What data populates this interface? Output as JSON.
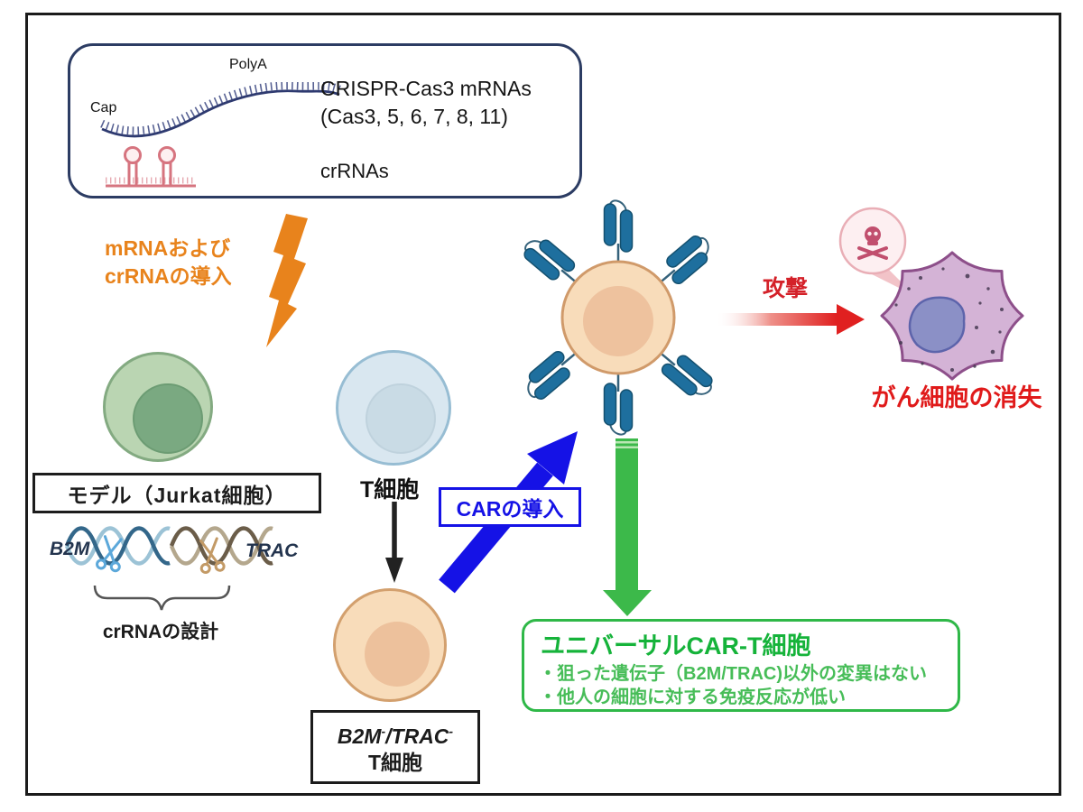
{
  "colors": {
    "accent_orange": "#E8831C",
    "accent_blue": "#1512E6",
    "accent_green": "#2FB848",
    "accent_red": "#E01A1A",
    "box_navy": "#2C3C63",
    "receptor_teal": "#1E6F9E",
    "cancer_purple": "#8D4F8A"
  },
  "mrna_box": {
    "polya": "PolyA",
    "cap": "Cap",
    "title_line1": "CRISPR-Cas3 mRNAs",
    "title_line2": "(Cas3, 5, 6, 7, 8, 11)",
    "crrnas": "crRNAs"
  },
  "transfection": {
    "line1": "mRNAおよび",
    "line2": "crRNAの導入"
  },
  "model": {
    "label": "モデル（Jurkat細胞）"
  },
  "crrna_design": {
    "gene_left": "B2M",
    "gene_right": "TRAC",
    "label": "crRNAの設計"
  },
  "t_cell": {
    "label": "T細胞"
  },
  "ko_cell": {
    "gene1": "B2M",
    "sup1": "-",
    "sep": "/",
    "gene2": "TRAC",
    "sup2": "-",
    "line2": "T細胞"
  },
  "car_intro": {
    "label": "CARの導入"
  },
  "attack": {
    "label": "攻撃"
  },
  "cancer": {
    "result_label": "がん細胞の消失"
  },
  "universal_box": {
    "title": "ユニバーサルCAR-T細胞",
    "bullet1": "・狙った遺伝子（B2M/TRAC)以外の変異はない",
    "bullet2": "・他人の細胞に対する免疫反応が低い"
  },
  "icons": {
    "lightning_bolt": "⚡",
    "skull_crossbones": "☠",
    "scissors": "✂"
  }
}
